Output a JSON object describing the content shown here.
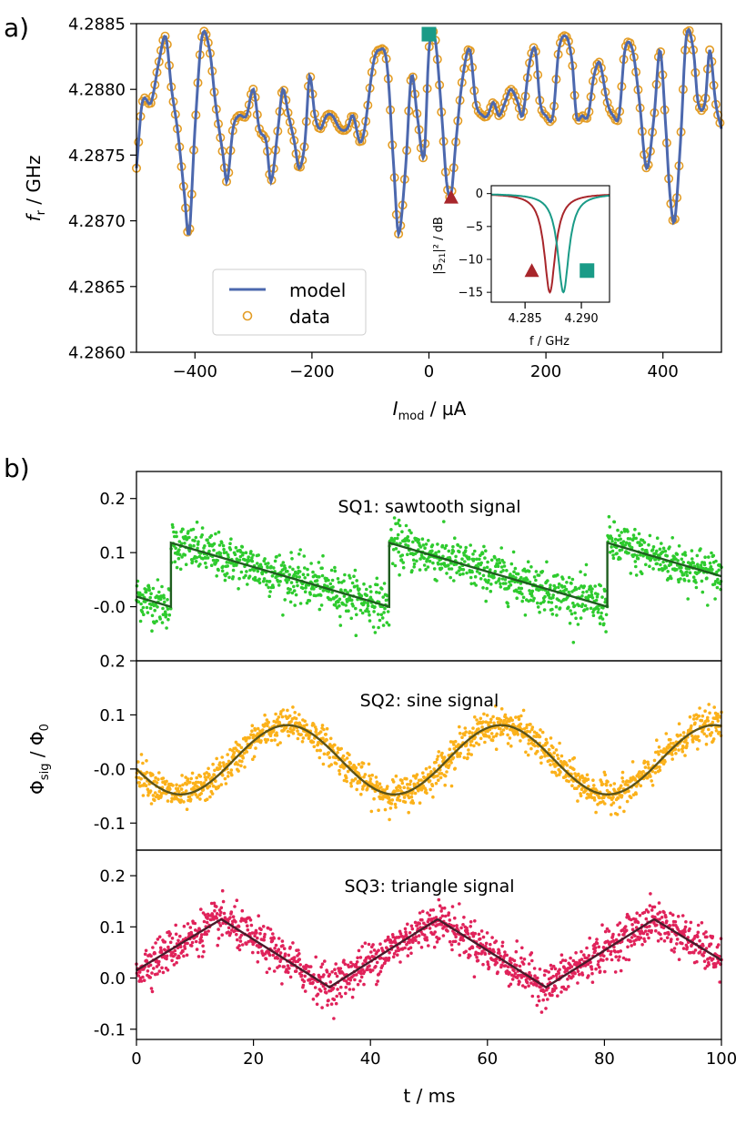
{
  "panels": {
    "a_label": "a)",
    "b_label": "b)"
  },
  "chart_data": [
    {
      "id": "panel-a-main",
      "type": "line",
      "xlabel": "I",
      "xlabel_sub": "mod",
      "xlabel_unit": " / µA",
      "ylabel": "f",
      "ylabel_sub": "r",
      "ylabel_unit": " / GHz",
      "xlim": [
        -500,
        500
      ],
      "ylim": [
        4.286,
        4.2885
      ],
      "xticks": [
        -400,
        -200,
        0,
        200,
        400
      ],
      "xtick_labels": [
        "−400",
        "−200",
        "0",
        "200",
        "400"
      ],
      "yticks": [
        4.286,
        4.2865,
        4.287,
        4.2875,
        4.288,
        4.2885
      ],
      "ytick_labels": [
        "4.2860",
        "4.2865",
        "4.2870",
        "4.2875",
        "4.2880",
        "4.2885"
      ],
      "legend": {
        "placement": "lower-left",
        "entries": [
          "model",
          "data"
        ]
      },
      "series": [
        {
          "name": "model",
          "color": "#4c68ae",
          "x": [
            -500,
            -490,
            -475,
            -462,
            -450,
            -440,
            -430,
            -418,
            -410,
            -400,
            -388,
            -375,
            -365,
            -352,
            -345,
            -335,
            -325,
            -312,
            -300,
            -290,
            -278,
            -270,
            -258,
            -250,
            -240,
            -230,
            -222,
            -212,
            -204,
            -195,
            -186,
            -175,
            -165,
            -152,
            -140,
            -130,
            -118,
            -110,
            -95,
            -85,
            -72,
            -60,
            -52,
            -40,
            -30,
            -20,
            -8,
            0,
            10,
            22,
            30,
            38,
            46,
            58,
            70,
            80,
            92,
            100,
            110,
            120,
            130,
            140,
            152,
            160,
            172,
            182,
            190,
            200,
            212,
            222,
            235,
            245,
            252,
            262,
            272,
            282,
            292,
            305,
            315,
            325,
            335,
            348,
            360,
            372,
            385,
            395,
            405,
            412,
            420,
            430,
            440,
            452,
            460,
            472,
            480,
            490,
            500
          ],
          "y": [
            4.2874,
            4.2879,
            4.2879,
            4.2882,
            4.2884,
            4.288,
            4.2877,
            4.2872,
            4.2869,
            4.2877,
            4.2884,
            4.2883,
            4.2879,
            4.2875,
            4.2873,
            4.2877,
            4.2878,
            4.2878,
            4.288,
            4.2877,
            4.2876,
            4.2873,
            4.2877,
            4.288,
            4.2878,
            4.2876,
            4.2874,
            4.2876,
            4.2881,
            4.2878,
            4.2877,
            4.2878,
            4.2878,
            4.2877,
            4.2877,
            4.2878,
            4.2876,
            4.2877,
            4.2882,
            4.2883,
            4.2882,
            4.2874,
            4.2869,
            4.2874,
            4.2881,
            4.2878,
            4.2875,
            4.2883,
            4.2884,
            4.2878,
            4.2873,
            4.2872,
            4.2876,
            4.2881,
            4.2883,
            4.2879,
            4.2878,
            4.2878,
            4.2879,
            4.2878,
            4.2879,
            4.288,
            4.2879,
            4.2878,
            4.2882,
            4.2883,
            4.2879,
            4.2878,
            4.2878,
            4.2883,
            4.2884,
            4.2882,
            4.2878,
            4.2878,
            4.2878,
            4.2881,
            4.2882,
            4.2879,
            4.2878,
            4.2878,
            4.2883,
            4.2883,
            4.2879,
            4.2874,
            4.2878,
            4.2883,
            4.2877,
            4.2872,
            4.287,
            4.2876,
            4.2884,
            4.2883,
            4.2879,
            4.2879,
            4.2883,
            4.2879,
            4.2877
          ]
        },
        {
          "name": "data",
          "color": "#e39c24",
          "marker": "circle",
          "same_as": "model"
        }
      ],
      "markers": [
        {
          "shape": "square",
          "color": "#1a9b87",
          "x": 0,
          "y": 4.28842
        },
        {
          "shape": "triangle",
          "color": "#a8262b",
          "x": 38,
          "y": 4.28718
        }
      ]
    },
    {
      "id": "panel-a-inset",
      "type": "line",
      "xlabel": "f / GHz",
      "ylabel": "|S",
      "ylabel_sub": "21",
      "ylabel_tail": "|² / dB",
      "xlim": [
        4.282,
        4.2925
      ],
      "ylim": [
        -16.5,
        1.2
      ],
      "xticks": [
        4.285,
        4.29
      ],
      "xtick_labels": [
        "4.285",
        "4.290"
      ],
      "yticks": [
        0,
        -5,
        -10,
        -15
      ],
      "ytick_labels": [
        "0",
        "−5",
        "−10",
        "−15"
      ],
      "series": [
        {
          "name": "",
          "color": "#a8262b",
          "center": 4.2872,
          "depth": -15,
          "width": 0.0006
        },
        {
          "name": "",
          "color": "#1a9b87",
          "center": 4.2884,
          "depth": -15,
          "width": 0.0006
        }
      ],
      "markers": [
        {
          "shape": "triangle",
          "color": "#a8262b",
          "x": 4.2856,
          "y": -11.7
        },
        {
          "shape": "square",
          "color": "#1a9b87",
          "x": 4.2905,
          "y": -11.7
        }
      ]
    },
    {
      "id": "panel-b1",
      "type": "scatter",
      "title": "SQ1: sawtooth signal",
      "xlim": [
        0,
        100
      ],
      "ylim": [
        -0.1,
        0.25
      ],
      "yticks": [
        -0.0,
        0.1,
        0.2
      ],
      "ytick_labels": [
        "-0.0",
        "0.1",
        "0.2"
      ],
      "color_points": "#2ecb2e",
      "color_fit": "#1f5e1f",
      "fit": {
        "kind": "sawtooth",
        "period": 37.3,
        "phase": 5.9,
        "high": 0.118,
        "low": 0.0
      }
    },
    {
      "id": "panel-b2",
      "type": "scatter",
      "title": "SQ2: sine signal",
      "ylabel": "Φ",
      "ylabel_sub": "sig",
      "ylabel_unit": " / Φ",
      "ylabel_unit_sub": "0",
      "xlim": [
        0,
        100
      ],
      "ylim": [
        -0.15,
        0.2
      ],
      "yticks": [
        -0.1,
        0.0,
        0.1,
        0.2
      ],
      "ytick_labels": [
        "-0.1",
        "-0.0",
        "0.1",
        "0.2"
      ],
      "color_points": "#fbb11a",
      "color_fit": "#5c5318",
      "fit": {
        "kind": "sine",
        "period": 36.5,
        "peak_at": 25.8,
        "mean": 0.017,
        "amp": 0.064
      }
    },
    {
      "id": "panel-b3",
      "type": "scatter",
      "title": "SQ3: triangle signal",
      "xlabel": "t / ms",
      "xlim": [
        0,
        100
      ],
      "ylim": [
        -0.12,
        0.25
      ],
      "xticks": [
        0,
        20,
        40,
        60,
        80,
        100
      ],
      "xtick_labels": [
        "0",
        "20",
        "40",
        "60",
        "80",
        "100"
      ],
      "yticks": [
        -0.1,
        0.0,
        0.1,
        0.2
      ],
      "ytick_labels": [
        "-0.1",
        "0.0",
        "0.1",
        "0.2"
      ],
      "color_points": "#e0225a",
      "color_fit": "#4a1a2a",
      "fit": {
        "kind": "triangle",
        "vertices": [
          [
            0,
            0.015
          ],
          [
            14.5,
            0.115
          ],
          [
            33,
            -0.018
          ],
          [
            51.5,
            0.115
          ],
          [
            70,
            -0.018
          ],
          [
            88.5,
            0.115
          ],
          [
            100,
            0.035
          ]
        ]
      }
    }
  ]
}
